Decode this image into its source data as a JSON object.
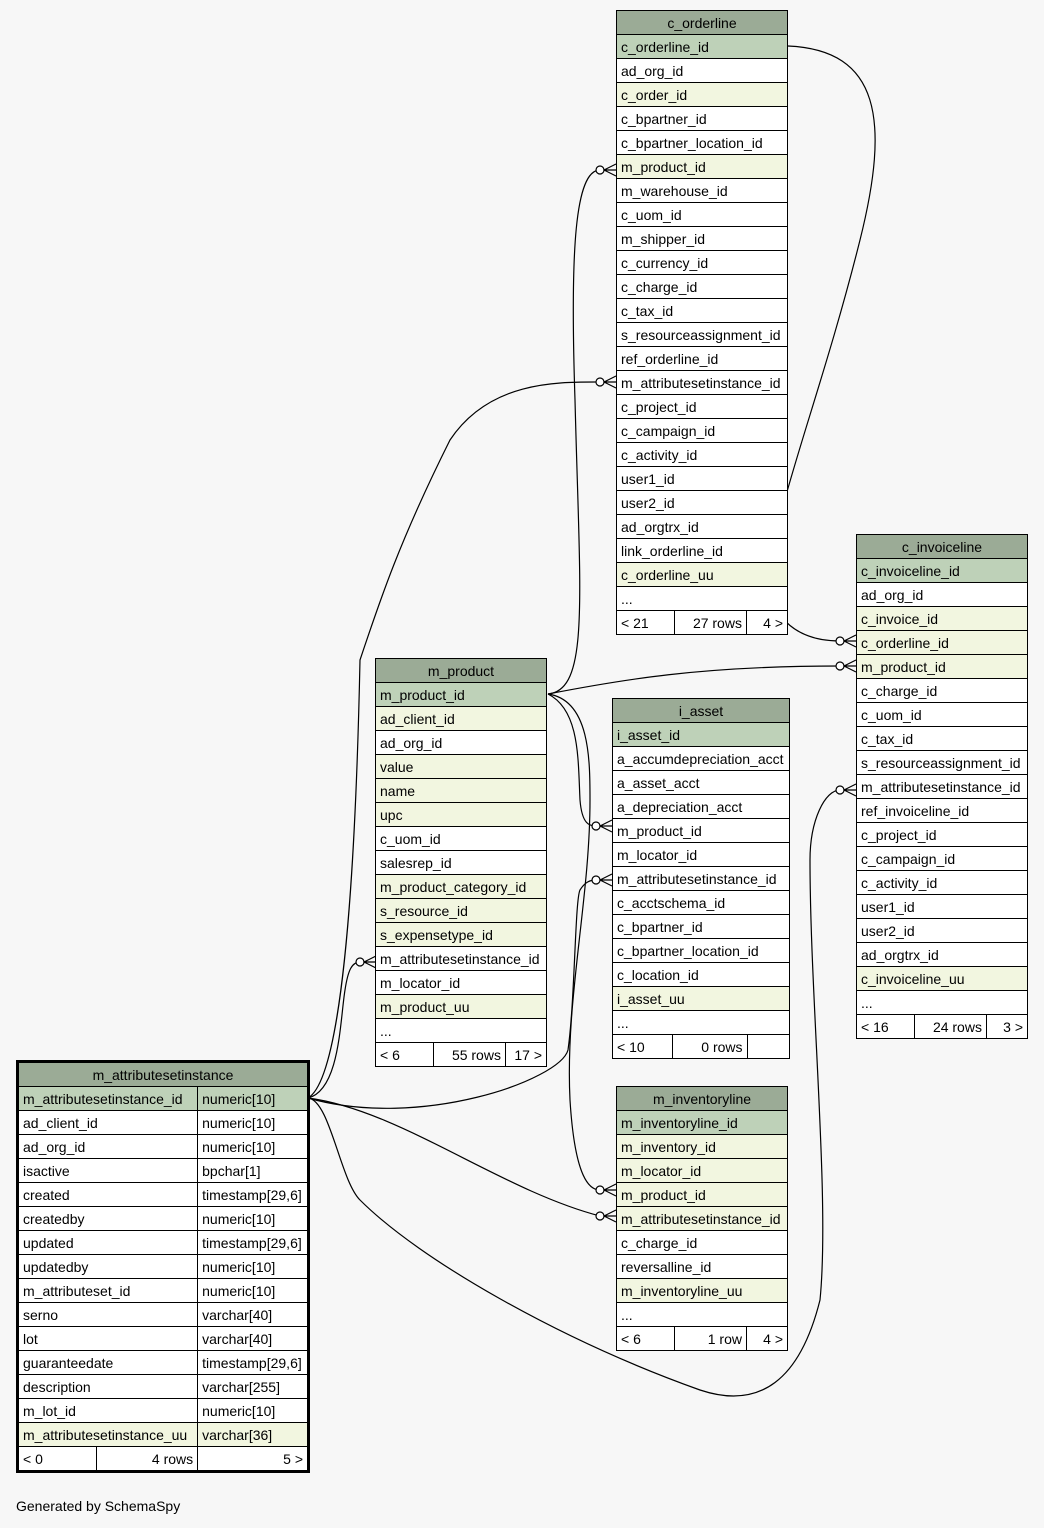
{
  "tables": {
    "c_orderline": {
      "name": "c_orderline",
      "columns": [
        {
          "name": "c_orderline_id",
          "kind": "pk"
        },
        {
          "name": "ad_org_id",
          "kind": ""
        },
        {
          "name": "c_order_id",
          "kind": "idx"
        },
        {
          "name": "c_bpartner_id",
          "kind": ""
        },
        {
          "name": "c_bpartner_location_id",
          "kind": ""
        },
        {
          "name": "m_product_id",
          "kind": "idx"
        },
        {
          "name": "m_warehouse_id",
          "kind": ""
        },
        {
          "name": "c_uom_id",
          "kind": ""
        },
        {
          "name": "m_shipper_id",
          "kind": ""
        },
        {
          "name": "c_currency_id",
          "kind": ""
        },
        {
          "name": "c_charge_id",
          "kind": ""
        },
        {
          "name": "c_tax_id",
          "kind": ""
        },
        {
          "name": "s_resourceassignment_id",
          "kind": ""
        },
        {
          "name": "ref_orderline_id",
          "kind": ""
        },
        {
          "name": "m_attributesetinstance_id",
          "kind": ""
        },
        {
          "name": "c_project_id",
          "kind": ""
        },
        {
          "name": "c_campaign_id",
          "kind": ""
        },
        {
          "name": "c_activity_id",
          "kind": ""
        },
        {
          "name": "user1_id",
          "kind": ""
        },
        {
          "name": "user2_id",
          "kind": ""
        },
        {
          "name": "ad_orgtrx_id",
          "kind": ""
        },
        {
          "name": "link_orderline_id",
          "kind": ""
        },
        {
          "name": "c_orderline_uu",
          "kind": "idx"
        },
        {
          "name": "...",
          "kind": ""
        }
      ],
      "footer": {
        "parents": "< 21",
        "rows": "27 rows",
        "children": "4 >"
      }
    },
    "c_invoiceline": {
      "name": "c_invoiceline",
      "columns": [
        {
          "name": "c_invoiceline_id",
          "kind": "pk"
        },
        {
          "name": "ad_org_id",
          "kind": ""
        },
        {
          "name": "c_invoice_id",
          "kind": "idx"
        },
        {
          "name": "c_orderline_id",
          "kind": "idx"
        },
        {
          "name": "m_product_id",
          "kind": "idx"
        },
        {
          "name": "c_charge_id",
          "kind": ""
        },
        {
          "name": "c_uom_id",
          "kind": ""
        },
        {
          "name": "c_tax_id",
          "kind": ""
        },
        {
          "name": "s_resourceassignment_id",
          "kind": ""
        },
        {
          "name": "m_attributesetinstance_id",
          "kind": ""
        },
        {
          "name": "ref_invoiceline_id",
          "kind": ""
        },
        {
          "name": "c_project_id",
          "kind": ""
        },
        {
          "name": "c_campaign_id",
          "kind": ""
        },
        {
          "name": "c_activity_id",
          "kind": ""
        },
        {
          "name": "user1_id",
          "kind": ""
        },
        {
          "name": "user2_id",
          "kind": ""
        },
        {
          "name": "ad_orgtrx_id",
          "kind": ""
        },
        {
          "name": "c_invoiceline_uu",
          "kind": "idx"
        },
        {
          "name": "...",
          "kind": ""
        }
      ],
      "footer": {
        "parents": "< 16",
        "rows": "24 rows",
        "children": "3 >"
      }
    },
    "m_product": {
      "name": "m_product",
      "columns": [
        {
          "name": "m_product_id",
          "kind": "pk"
        },
        {
          "name": "ad_client_id",
          "kind": "idx"
        },
        {
          "name": "ad_org_id",
          "kind": ""
        },
        {
          "name": "value",
          "kind": "idx"
        },
        {
          "name": "name",
          "kind": "idx"
        },
        {
          "name": "upc",
          "kind": "idx"
        },
        {
          "name": "c_uom_id",
          "kind": ""
        },
        {
          "name": "salesrep_id",
          "kind": ""
        },
        {
          "name": "m_product_category_id",
          "kind": "idx"
        },
        {
          "name": "s_resource_id",
          "kind": "idx"
        },
        {
          "name": "s_expensetype_id",
          "kind": "idx"
        },
        {
          "name": "m_attributesetinstance_id",
          "kind": ""
        },
        {
          "name": "m_locator_id",
          "kind": ""
        },
        {
          "name": "m_product_uu",
          "kind": "idx"
        },
        {
          "name": "...",
          "kind": ""
        }
      ],
      "footer": {
        "parents": "< 6",
        "rows": "55 rows",
        "children": "17 >"
      }
    },
    "i_asset": {
      "name": "i_asset",
      "columns": [
        {
          "name": "i_asset_id",
          "kind": "pk"
        },
        {
          "name": "a_accumdepreciation_acct",
          "kind": ""
        },
        {
          "name": "a_asset_acct",
          "kind": ""
        },
        {
          "name": "a_depreciation_acct",
          "kind": ""
        },
        {
          "name": "m_product_id",
          "kind": ""
        },
        {
          "name": "m_locator_id",
          "kind": ""
        },
        {
          "name": "m_attributesetinstance_id",
          "kind": ""
        },
        {
          "name": "c_acctschema_id",
          "kind": ""
        },
        {
          "name": "c_bpartner_id",
          "kind": ""
        },
        {
          "name": "c_bpartner_location_id",
          "kind": ""
        },
        {
          "name": "c_location_id",
          "kind": ""
        },
        {
          "name": "i_asset_uu",
          "kind": "idx"
        },
        {
          "name": "...",
          "kind": ""
        }
      ],
      "footer": {
        "parents": "< 10",
        "rows": "0 rows",
        "children": ""
      }
    },
    "m_inventoryline": {
      "name": "m_inventoryline",
      "columns": [
        {
          "name": "m_inventoryline_id",
          "kind": "pk"
        },
        {
          "name": "m_inventory_id",
          "kind": "idx"
        },
        {
          "name": "m_locator_id",
          "kind": "idx"
        },
        {
          "name": "m_product_id",
          "kind": "idx"
        },
        {
          "name": "m_attributesetinstance_id",
          "kind": "idx"
        },
        {
          "name": "c_charge_id",
          "kind": ""
        },
        {
          "name": "reversalline_id",
          "kind": ""
        },
        {
          "name": "m_inventoryline_uu",
          "kind": "idx"
        },
        {
          "name": "...",
          "kind": ""
        }
      ],
      "footer": {
        "parents": "< 6",
        "rows": "1 row",
        "children": "4 >"
      }
    },
    "m_attributesetinstance": {
      "name": "m_attributesetinstance",
      "columns": [
        {
          "name": "m_attributesetinstance_id",
          "type": "numeric[10]",
          "kind": "pk"
        },
        {
          "name": "ad_client_id",
          "type": "numeric[10]",
          "kind": ""
        },
        {
          "name": "ad_org_id",
          "type": "numeric[10]",
          "kind": ""
        },
        {
          "name": "isactive",
          "type": "bpchar[1]",
          "kind": ""
        },
        {
          "name": "created",
          "type": "timestamp[29,6]",
          "kind": ""
        },
        {
          "name": "createdby",
          "type": "numeric[10]",
          "kind": ""
        },
        {
          "name": "updated",
          "type": "timestamp[29,6]",
          "kind": ""
        },
        {
          "name": "updatedby",
          "type": "numeric[10]",
          "kind": ""
        },
        {
          "name": "m_attributeset_id",
          "type": "numeric[10]",
          "kind": ""
        },
        {
          "name": "serno",
          "type": "varchar[40]",
          "kind": ""
        },
        {
          "name": "lot",
          "type": "varchar[40]",
          "kind": ""
        },
        {
          "name": "guaranteedate",
          "type": "timestamp[29,6]",
          "kind": ""
        },
        {
          "name": "description",
          "type": "varchar[255]",
          "kind": ""
        },
        {
          "name": "m_lot_id",
          "type": "numeric[10]",
          "kind": ""
        },
        {
          "name": "m_attributesetinstance_uu",
          "type": "varchar[36]",
          "kind": "idx"
        }
      ],
      "footer": {
        "parents": "< 0",
        "rows": "4 rows",
        "children": "5 >"
      }
    }
  },
  "colors": {
    "header": "#9bab96",
    "primary_key": "#bed1b8",
    "indexed": "#f2f6e0",
    "background": "#f7f7f7"
  },
  "footer_text": "Generated by SchemaSpy"
}
